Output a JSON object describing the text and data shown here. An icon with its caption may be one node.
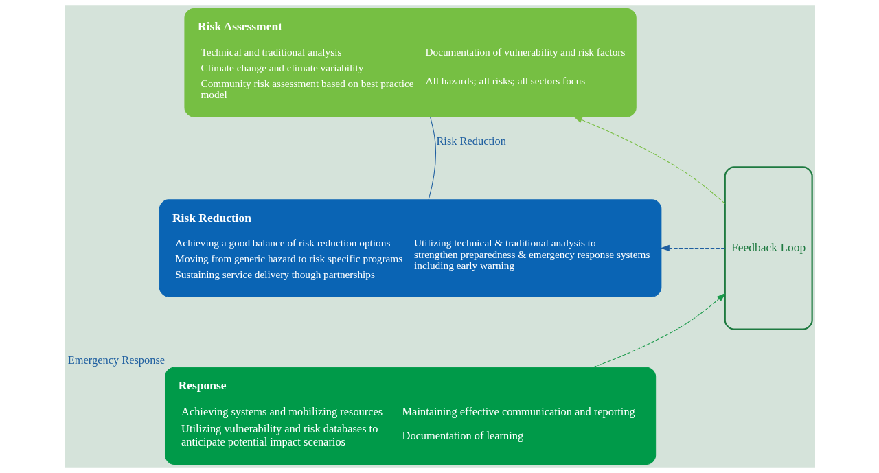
{
  "diagram": {
    "nodes": [
      {
        "text": [
          "Risk Assessment",
          "Technical and traditional analysis",
          "Climate change and climate variability",
          "Community risk assessment based on best practice model",
          "Documentation of vulnerability and risk factors",
          "All hazards; all risks; all sectors focus"
        ]
      },
      {
        "text": [
          "Risk Reduction",
          "Achieving a good balance of risk reduction options",
          "Moving from generic hazard to risk specific programs",
          "Sustaining service delivery though partnerships",
          "Utilizing technical & traditional analysis to strengthen preparedness & emergency response systems including early warning"
        ]
      },
      {
        "text": [
          "Response",
          "Achieving systems and mobilizing resources",
          "Utilizing vulnerability and risk databases to anticipate potential impact scenarios",
          "Maintaining effective communication and reporting",
          "Documentation of learning"
        ],
        "beside": [
          "Emergency Response"
        ]
      },
      {
        "text": [
          "Feedback Loop"
        ]
      }
    ],
    "edges": [
      {
        "from": 0,
        "to": 1,
        "arrow": "none",
        "label": "Risk Reduction",
        "color": "#1f5fa0"
      },
      {
        "from": 3,
        "to": 0,
        "arrow": "to",
        "style": "dashed",
        "color": "#7abf45"
      },
      {
        "from": 3,
        "to": 1,
        "arrow": "to",
        "style": "dashed",
        "color": "#1f5fa0"
      },
      {
        "from": 2,
        "to": 3,
        "arrow": "to",
        "style": "dashed",
        "color": "#1a9a4a"
      }
    ]
  }
}
